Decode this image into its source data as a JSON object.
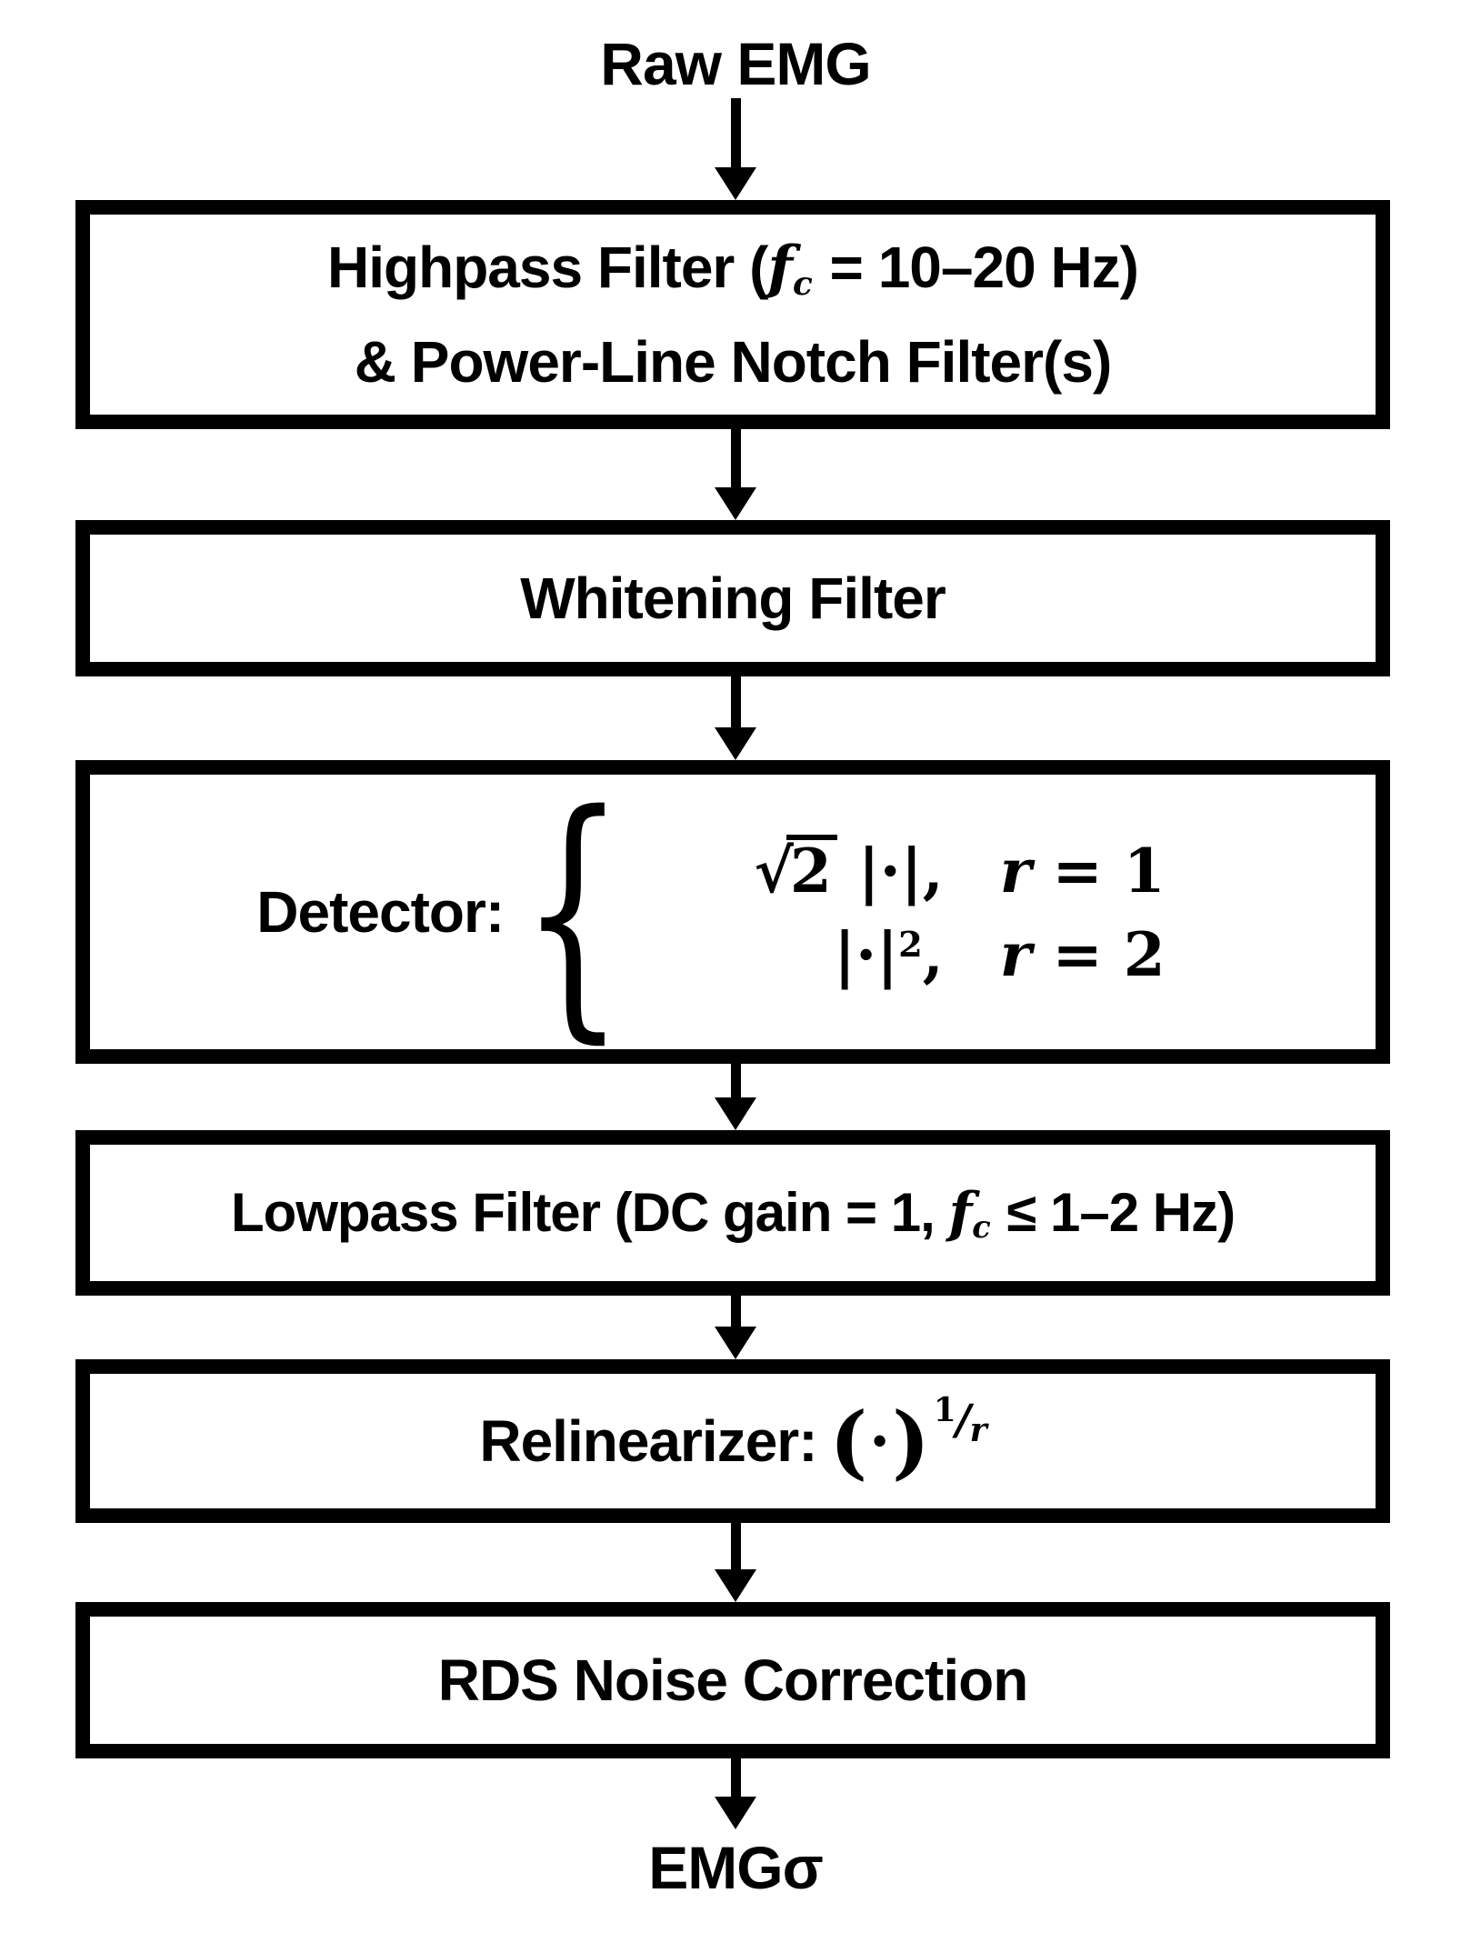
{
  "colors": {
    "ink": "#000000",
    "paper": "#ffffff"
  },
  "flow": {
    "input_label": "Raw EMG",
    "output_label": "EMGσ"
  },
  "boxes": {
    "highpass": {
      "line1_prefix": "Highpass Filter (",
      "line1_f": "f",
      "line1_sub": "c",
      "line1_suffix": " = 10–20 Hz)",
      "line2": "& Power-Line Notch Filter(s)"
    },
    "whitening": {
      "label": "Whitening Filter"
    },
    "detector": {
      "label": "Detector:",
      "brace": "{",
      "row1": {
        "radical": "√",
        "radicand": "2",
        "abs": " |·|,",
        "var": "r",
        "rest": " = 1"
      },
      "row2": {
        "abs": "|·|",
        "power": "2",
        "comma": ",",
        "var": "r",
        "rest": " = 2"
      }
    },
    "lowpass": {
      "prefix": "Lowpass Filter (DC gain = 1, ",
      "f": "f",
      "sub": "c",
      "suffix": " ≤ 1–2 Hz)"
    },
    "relinearizer": {
      "label": "Relinearizer:",
      "open": "(",
      "dot": "·",
      "close": ")",
      "exp_num": "1",
      "exp_slash": "/",
      "exp_den": "r"
    },
    "rds": {
      "label": "RDS Noise Correction"
    }
  }
}
